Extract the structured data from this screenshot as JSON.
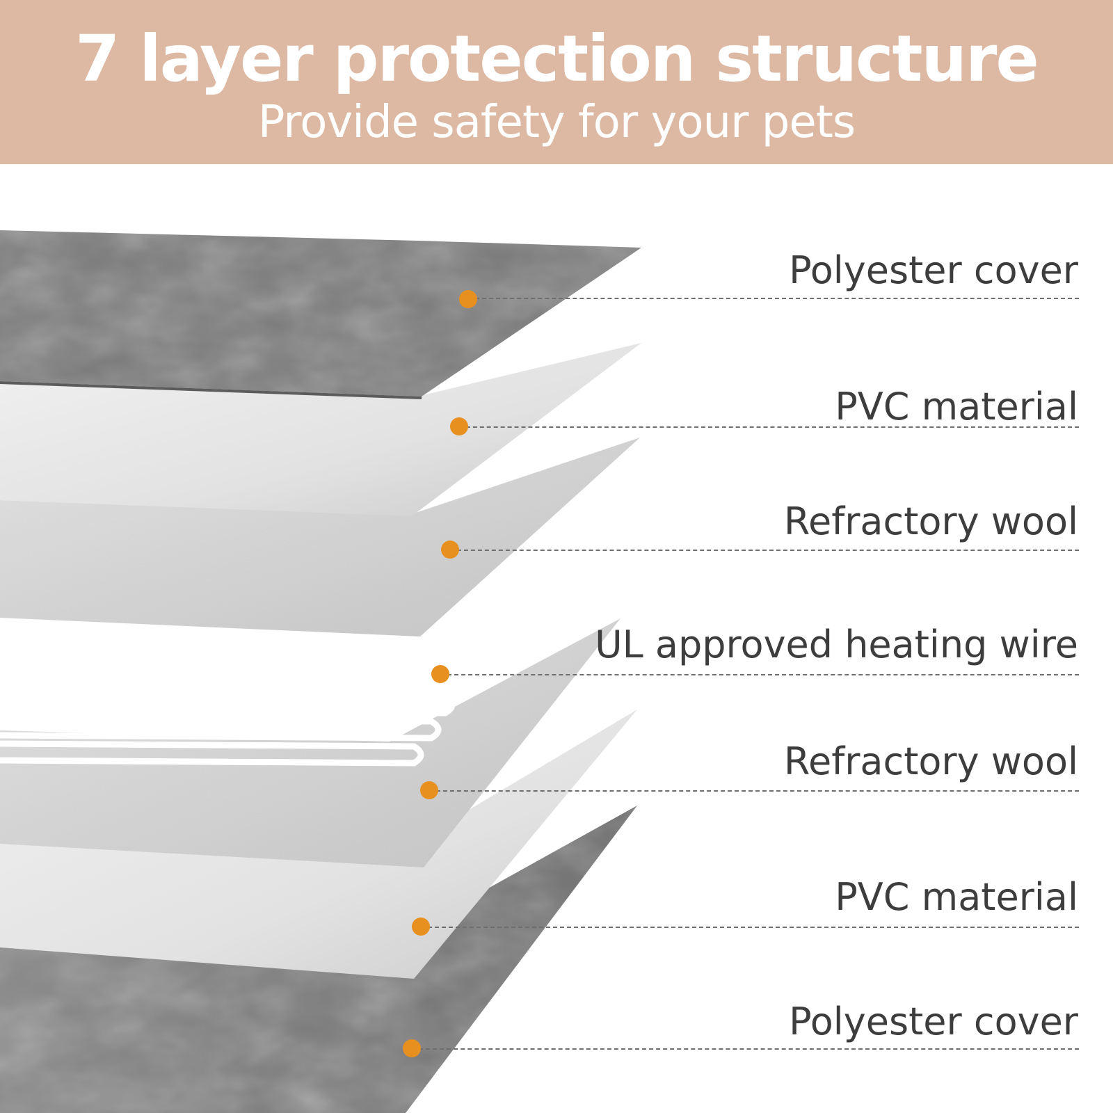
{
  "header": {
    "title": "7 layer protection structure",
    "subtitle": "Provide safety for your pets",
    "band_color": "#ddb8a2"
  },
  "layers": [
    {
      "label": "Polyester cover",
      "material": "dark-grey-fabric"
    },
    {
      "label": "PVC material",
      "material": "light-grey-sheet"
    },
    {
      "label": "Refractory wool",
      "material": "silver-textured-sheet"
    },
    {
      "label": "UL approved heating wire",
      "material": "white-wire-coil"
    },
    {
      "label": "Refractory wool",
      "material": "silver-textured-sheet"
    },
    {
      "label": "PVC material",
      "material": "light-grey-sheet"
    },
    {
      "label": "Polyester cover",
      "material": "dark-grey-fabric"
    }
  ],
  "colors": {
    "marker": "#e8901f",
    "label_text": "#3d3d3d",
    "leader_line": "#6e6e6e"
  }
}
